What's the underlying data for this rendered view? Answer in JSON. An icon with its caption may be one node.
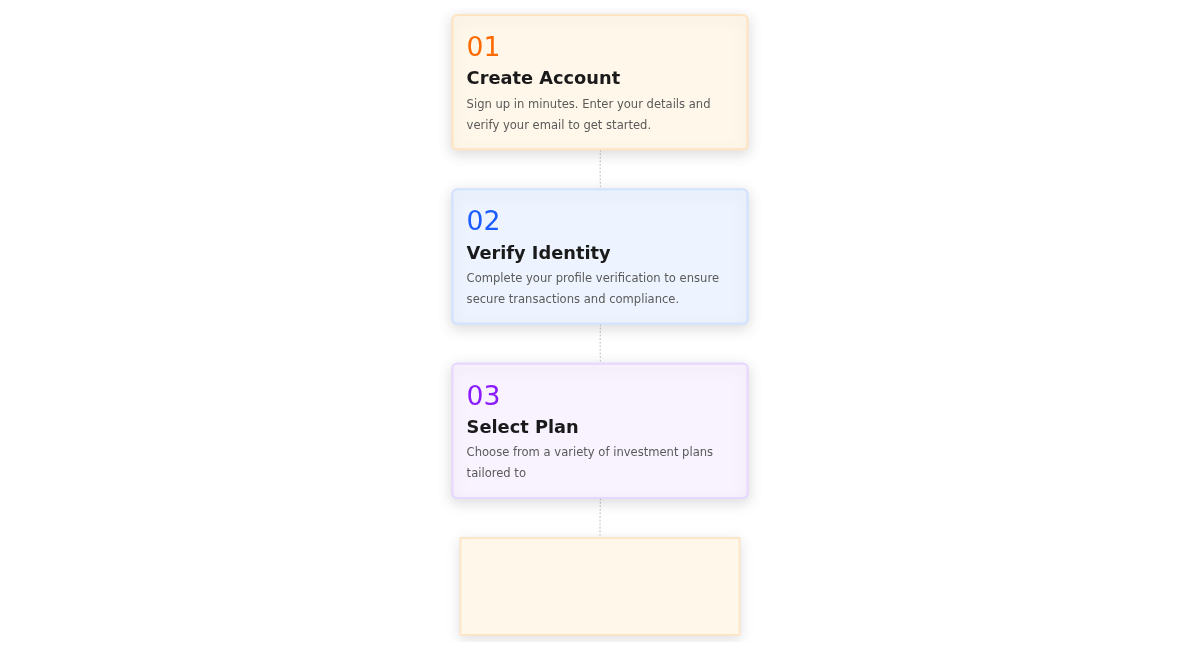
{
  "diagram": {
    "nodes": [
      {
        "text": [
          "01",
          "Create Account",
          "Sign up in minutes. Enter your details and verify your email to get started."
        ]
      },
      {
        "text": [
          "02",
          "Verify Identity",
          "Complete your profile verification to ensure secure transactions and compliance."
        ]
      },
      {
        "text": [
          "03",
          "Select Plan",
          "Choose from a variety of investment plans tailored to"
        ]
      },
      {
        "text": [],
        "shape": "box"
      }
    ],
    "edges": [
      {
        "from": 0,
        "to": 1,
        "arrow": "none",
        "style": "dashed"
      },
      {
        "from": 1,
        "to": 2,
        "arrow": "none",
        "style": "dashed"
      },
      {
        "from": 2,
        "to": 3,
        "arrow": "none",
        "style": "dashed"
      }
    ]
  }
}
